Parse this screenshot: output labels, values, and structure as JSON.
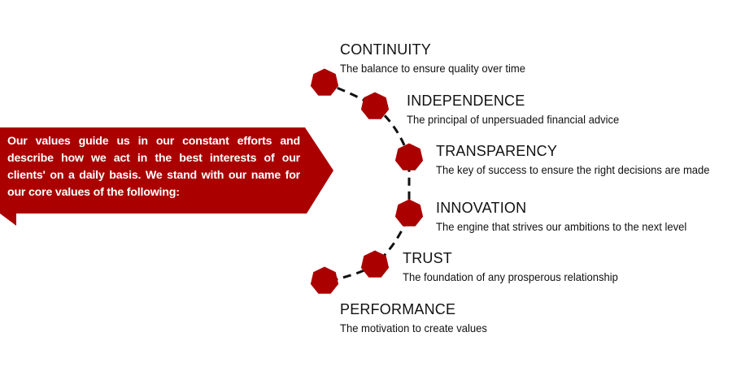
{
  "intro_text": "Our values guide us in our constant efforts and describe how we act in the best interests of our clients' on a daily basis. We stand with our name for our core values of the following:",
  "colors": {
    "accent": "#AA0000",
    "text": "#111111"
  },
  "values": [
    {
      "title": "CONTINUITY",
      "description": "The balance to ensure quality over time"
    },
    {
      "title": "INDEPENDENCE",
      "description": "The principal of unpersuaded financial advice"
    },
    {
      "title": "TRANSPARENCY",
      "description": "The key of success to ensure the right decisions are made"
    },
    {
      "title": "INNOVATION",
      "description": "The engine that strives our ambitions to the next level"
    },
    {
      "title": "TRUST",
      "description": "The foundation of any prosperous relationship"
    },
    {
      "title": "PERFORMANCE",
      "description": "The motivation to create values"
    }
  ]
}
